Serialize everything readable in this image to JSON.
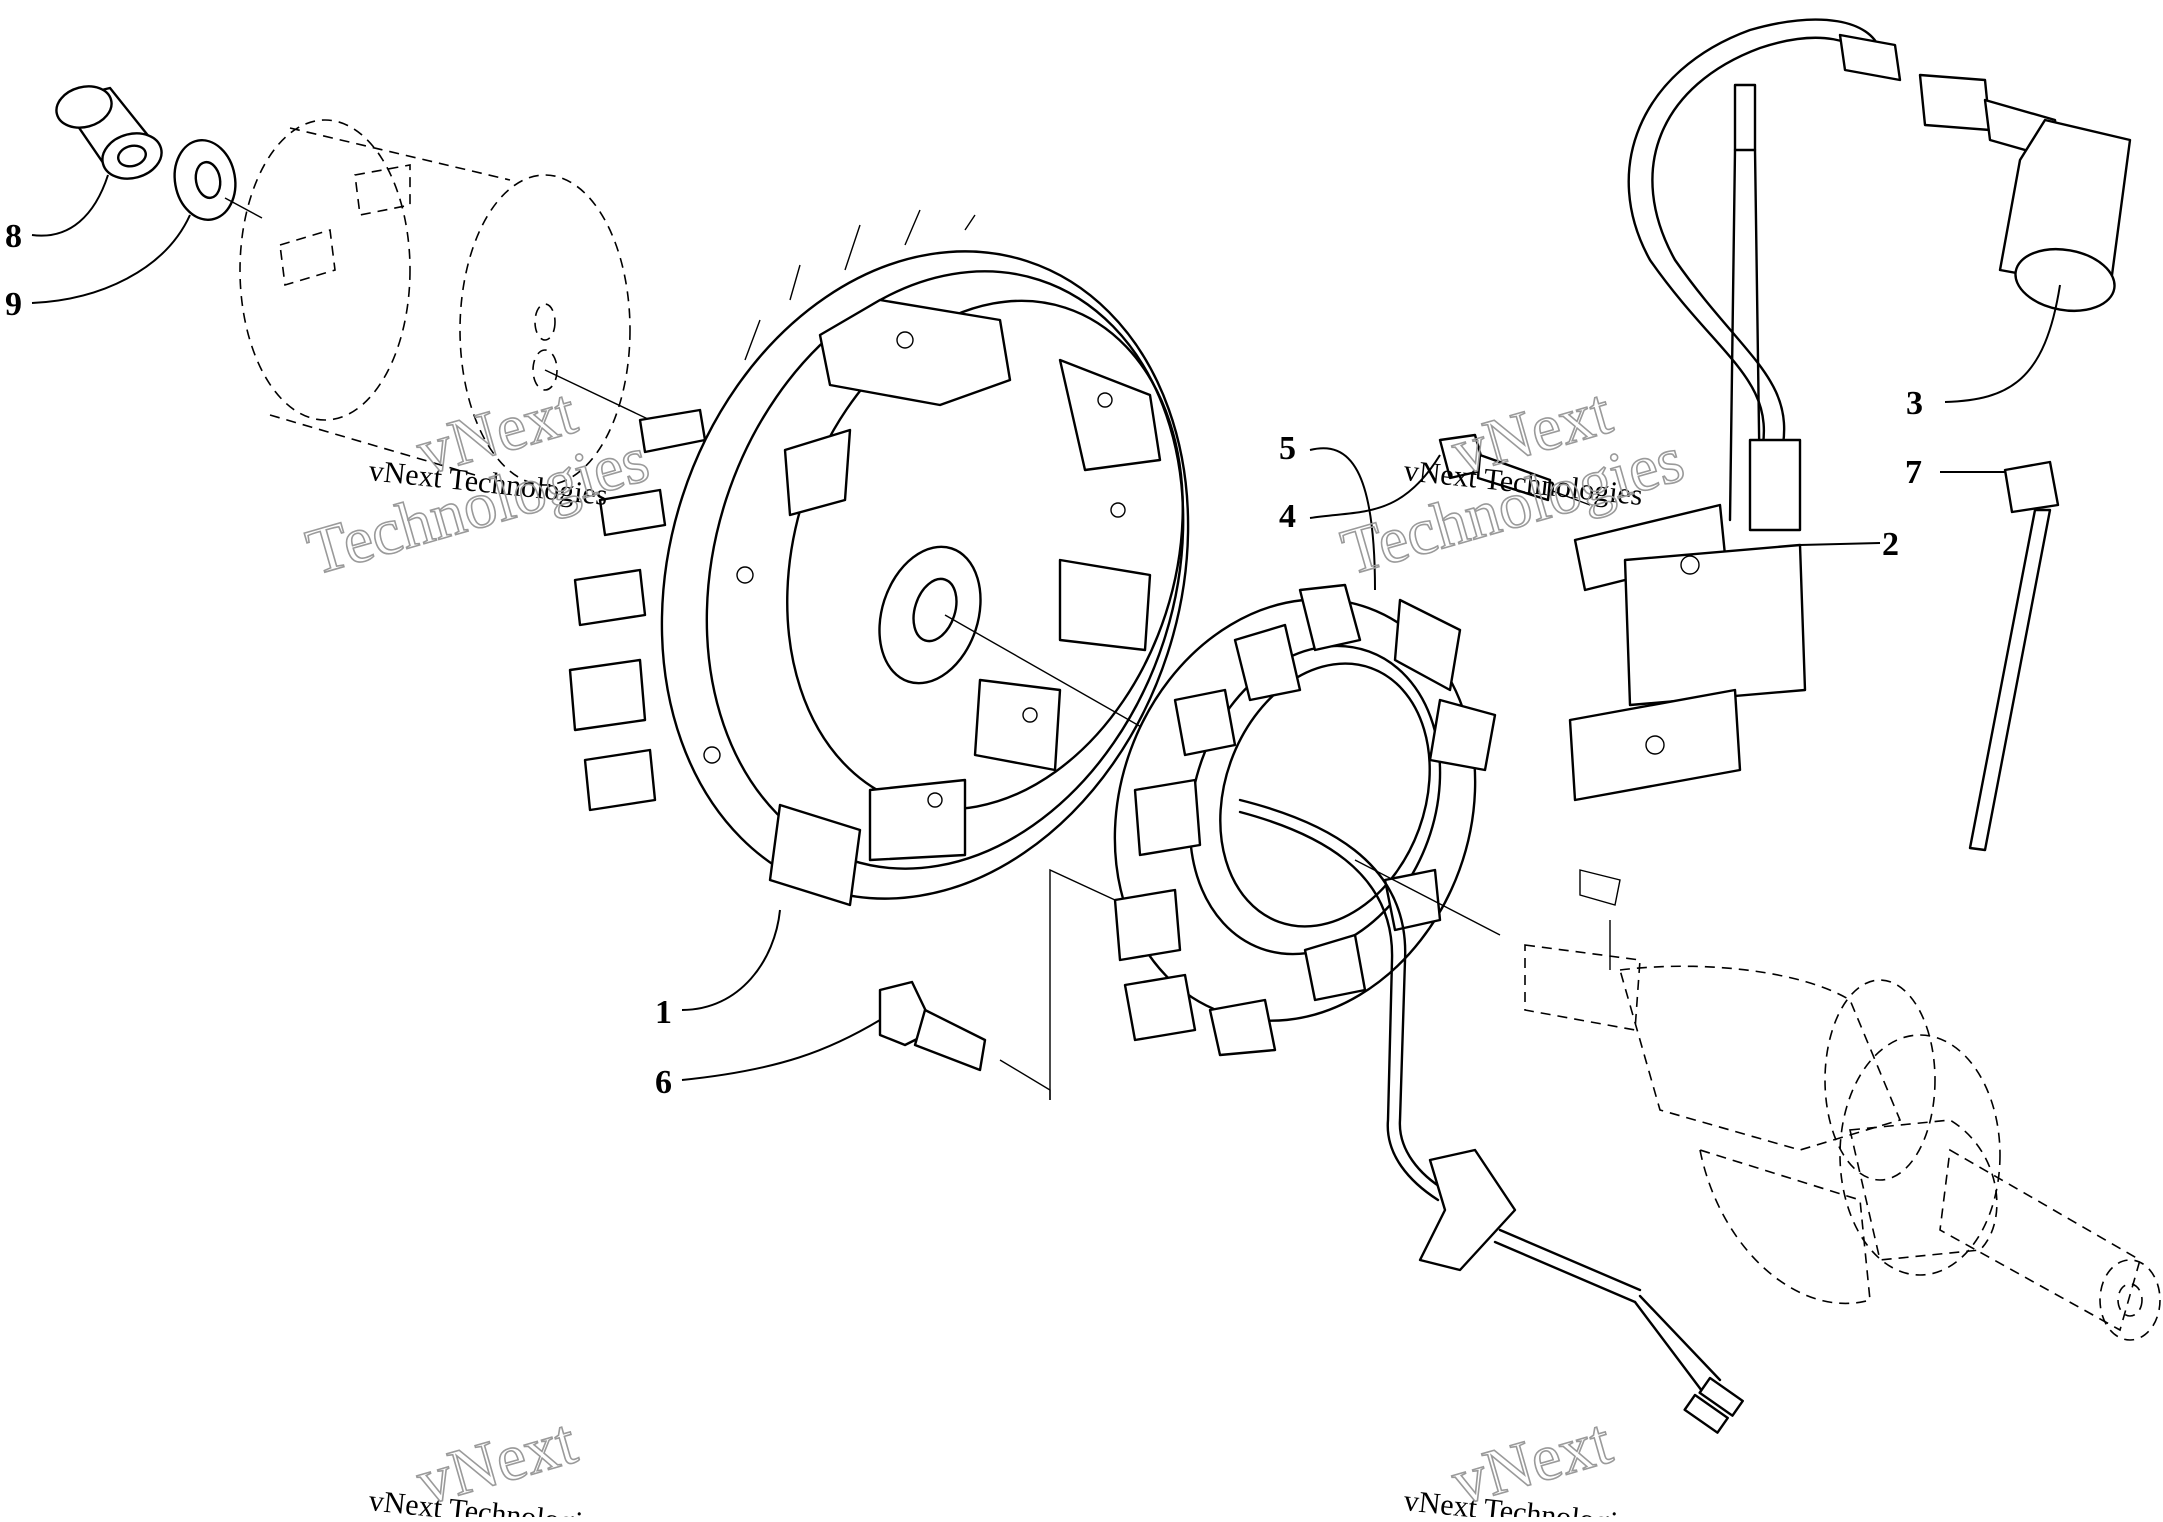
{
  "diagram": {
    "callouts": [
      "1",
      "2",
      "3",
      "4",
      "5",
      "6",
      "7",
      "8",
      "9"
    ],
    "watermarks": {
      "small_text": "vNext Technologies",
      "big_line1": "vNext",
      "big_line2": "Technologies"
    }
  }
}
